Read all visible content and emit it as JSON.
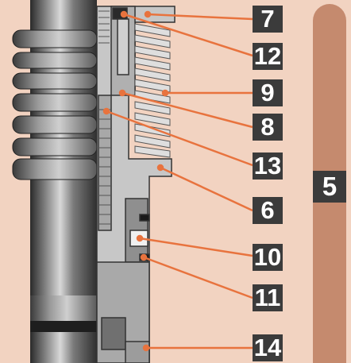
{
  "diagram": {
    "labels": [
      "7",
      "12",
      "9",
      "8",
      "13",
      "6",
      "10",
      "11",
      "14"
    ],
    "section_label": "5"
  },
  "colors": {
    "background": "#f2d3c1",
    "leader_line": "#e8733e",
    "label_box": "#3b3b3b",
    "label_text": "#ffffff",
    "side_bar": "#c58a6e"
  }
}
